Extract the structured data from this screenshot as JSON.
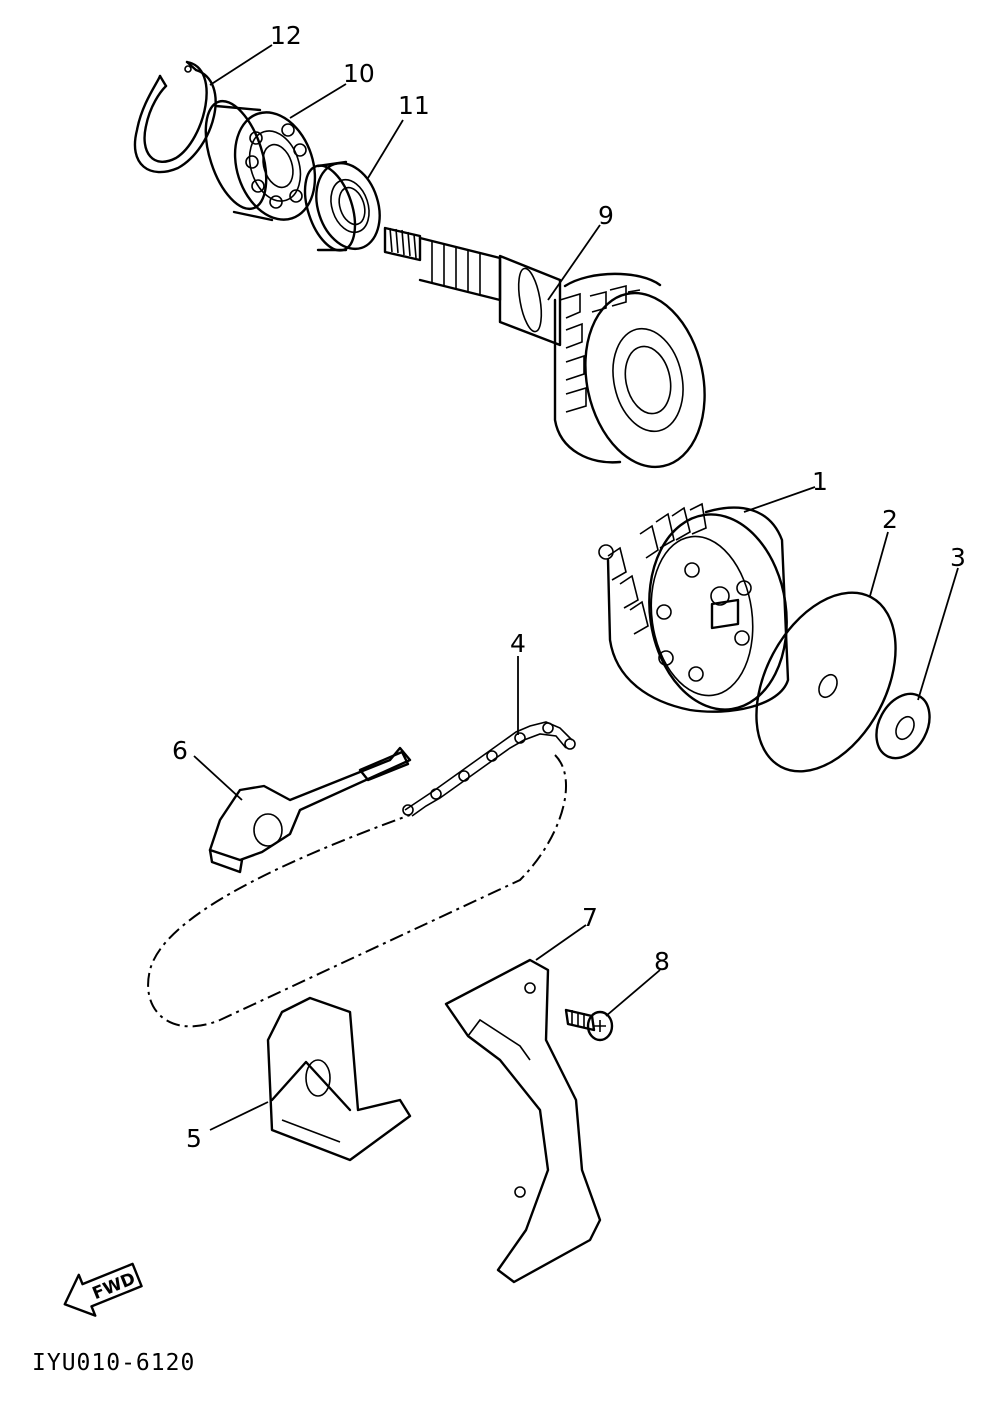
{
  "diagram": {
    "code": "IYU010-6120",
    "fwd_label": "FWD",
    "callouts": [
      {
        "id": "1",
        "text": "1"
      },
      {
        "id": "2",
        "text": "2"
      },
      {
        "id": "3",
        "text": "3"
      },
      {
        "id": "4",
        "text": "4"
      },
      {
        "id": "5",
        "text": "5"
      },
      {
        "id": "6",
        "text": "6"
      },
      {
        "id": "7",
        "text": "7"
      },
      {
        "id": "8",
        "text": "8"
      },
      {
        "id": "9",
        "text": "9"
      },
      {
        "id": "10",
        "text": "10"
      },
      {
        "id": "11",
        "text": "11"
      },
      {
        "id": "12",
        "text": "12"
      }
    ]
  }
}
